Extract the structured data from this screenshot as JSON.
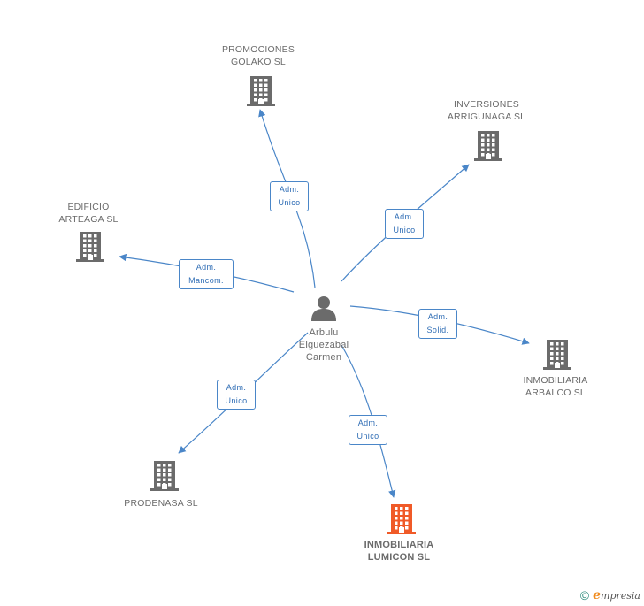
{
  "person": {
    "name": "Arbulu\nElguezabal\nCarmen",
    "icon": "person-icon"
  },
  "companies": [
    {
      "id": "promociones",
      "name": "PROMOCIONES\nGOLAKO SL",
      "icon": "building-icon",
      "color": "#6b6b6b"
    },
    {
      "id": "inversiones",
      "name": "INVERSIONES\nARRIGUNAGA SL",
      "icon": "building-icon",
      "color": "#6b6b6b"
    },
    {
      "id": "edificio",
      "name": "EDIFICIO\nARTEAGA SL",
      "icon": "building-icon",
      "color": "#6b6b6b"
    },
    {
      "id": "arbalco",
      "name": "INMOBILIARIA\nARBALCO SL",
      "icon": "building-icon",
      "color": "#6b6b6b"
    },
    {
      "id": "prodenasa",
      "name": "PRODENASA SL",
      "icon": "building-icon",
      "color": "#6b6b6b"
    },
    {
      "id": "lumicon",
      "name": "INMOBILIARIA\nLUMICON SL",
      "icon": "building-icon",
      "color": "#f05a28"
    }
  ],
  "edges": [
    {
      "to": "promociones",
      "label": "Adm.\nUnico"
    },
    {
      "to": "inversiones",
      "label": "Adm.\nUnico"
    },
    {
      "to": "edificio",
      "label": "Adm.\nMancom."
    },
    {
      "to": "arbalco",
      "label": "Adm.\nSolid."
    },
    {
      "to": "prodenasa",
      "label": "Adm.\nUnico"
    },
    {
      "to": "lumicon",
      "label": "Adm.\nUnico"
    }
  ],
  "colors": {
    "edge": "#4a86c8",
    "building": "#6b6b6b",
    "highlight": "#f05a28",
    "person": "#6b6b6b"
  },
  "footer": {
    "copyright": "©",
    "brand_initial": "e",
    "brand_rest": "mpresia"
  }
}
